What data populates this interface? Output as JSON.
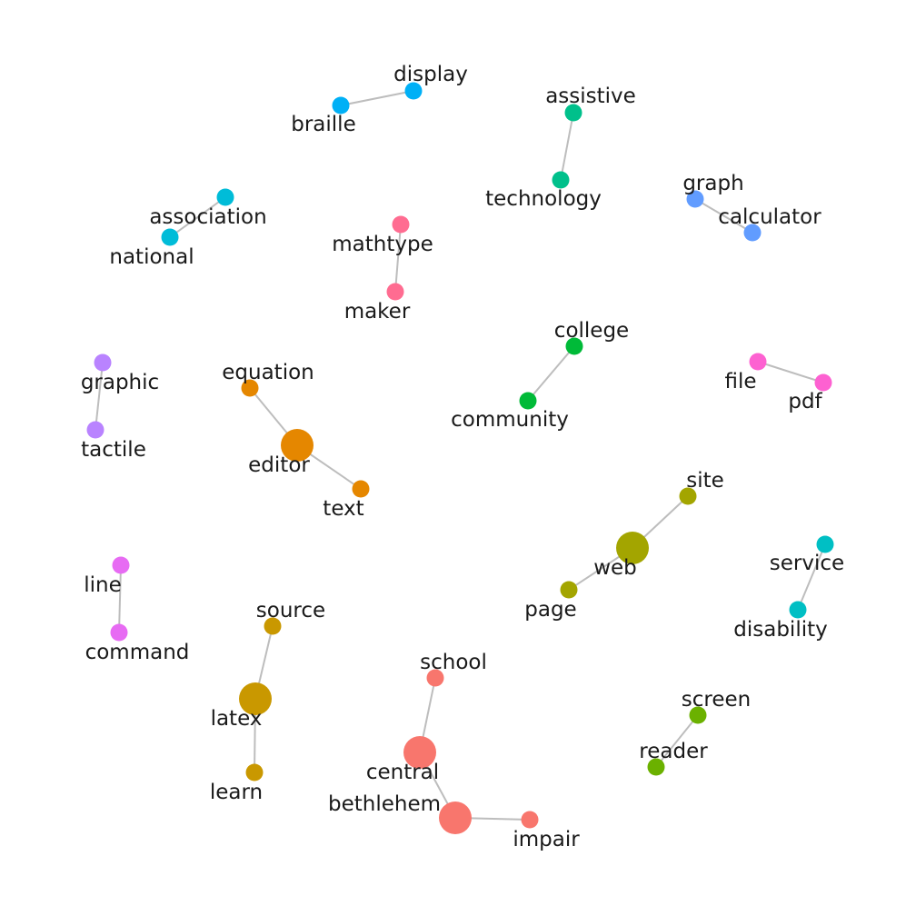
{
  "clusters": [
    {
      "color": "#00b0f6",
      "nodes": [
        {
          "id": "braille",
          "label": "braille",
          "size": "small"
        },
        {
          "id": "display",
          "label": "display",
          "size": "small"
        }
      ],
      "edges": [
        [
          "braille",
          "display"
        ]
      ]
    },
    {
      "color": "#00c08b",
      "nodes": [
        {
          "id": "assistive",
          "label": "assistive",
          "size": "small"
        },
        {
          "id": "technology",
          "label": "technology",
          "size": "small"
        }
      ],
      "edges": [
        [
          "assistive",
          "technology"
        ]
      ]
    },
    {
      "color": "#619cff",
      "nodes": [
        {
          "id": "graph",
          "label": "graph",
          "size": "small"
        },
        {
          "id": "calculator",
          "label": "calculator",
          "size": "small"
        }
      ],
      "edges": [
        [
          "graph",
          "calculator"
        ]
      ]
    },
    {
      "color": "#00bcd8",
      "nodes": [
        {
          "id": "association",
          "label": "association",
          "size": "small"
        },
        {
          "id": "national",
          "label": "national",
          "size": "small"
        }
      ],
      "edges": [
        [
          "association",
          "national"
        ]
      ]
    },
    {
      "color": "#ff6c91",
      "nodes": [
        {
          "id": "mathtype",
          "label": "mathtype",
          "size": "small"
        },
        {
          "id": "maker",
          "label": "maker",
          "size": "small"
        }
      ],
      "edges": [
        [
          "mathtype",
          "maker"
        ]
      ]
    },
    {
      "color": "#00ba38",
      "nodes": [
        {
          "id": "college",
          "label": "college",
          "size": "small"
        },
        {
          "id": "community",
          "label": "community",
          "size": "small"
        }
      ],
      "edges": [
        [
          "college",
          "community"
        ]
      ]
    },
    {
      "color": "#b983ff",
      "nodes": [
        {
          "id": "graphic",
          "label": "graphic",
          "size": "small"
        },
        {
          "id": "tactile",
          "label": "tactile",
          "size": "small"
        }
      ],
      "edges": [
        [
          "graphic",
          "tactile"
        ]
      ]
    },
    {
      "color": "#e58700",
      "nodes": [
        {
          "id": "equation",
          "label": "equation",
          "size": "small"
        },
        {
          "id": "editor",
          "label": "editor",
          "size": "large"
        },
        {
          "id": "text",
          "label": "text",
          "size": "small"
        }
      ],
      "edges": [
        [
          "equation",
          "editor"
        ],
        [
          "editor",
          "text"
        ]
      ]
    },
    {
      "color": "#fd61d1",
      "nodes": [
        {
          "id": "file",
          "label": "file",
          "size": "small"
        },
        {
          "id": "pdf",
          "label": "pdf",
          "size": "small"
        }
      ],
      "edges": [
        [
          "file",
          "pdf"
        ]
      ]
    },
    {
      "color": "#a3a500",
      "nodes": [
        {
          "id": "site",
          "label": "site",
          "size": "small"
        },
        {
          "id": "web",
          "label": "web",
          "size": "large"
        },
        {
          "id": "page",
          "label": "page",
          "size": "small"
        }
      ],
      "edges": [
        [
          "site",
          "web"
        ],
        [
          "web",
          "page"
        ]
      ]
    },
    {
      "color": "#00bfc4",
      "nodes": [
        {
          "id": "service",
          "label": "service",
          "size": "small"
        },
        {
          "id": "disability",
          "label": "disability",
          "size": "small"
        }
      ],
      "edges": [
        [
          "service",
          "disability"
        ]
      ]
    },
    {
      "color": "#e76bf3",
      "nodes": [
        {
          "id": "line",
          "label": "line",
          "size": "small"
        },
        {
          "id": "command",
          "label": "command",
          "size": "small"
        }
      ],
      "edges": [
        [
          "line",
          "command"
        ]
      ]
    },
    {
      "color": "#c99800",
      "nodes": [
        {
          "id": "source",
          "label": "source",
          "size": "small"
        },
        {
          "id": "latex",
          "label": "latex",
          "size": "large"
        },
        {
          "id": "learn",
          "label": "learn",
          "size": "small"
        }
      ],
      "edges": [
        [
          "source",
          "latex"
        ],
        [
          "latex",
          "learn"
        ]
      ]
    },
    {
      "color": "#f8766d",
      "nodes": [
        {
          "id": "school",
          "label": "school",
          "size": "small"
        },
        {
          "id": "central",
          "label": "central",
          "size": "large"
        },
        {
          "id": "bethlehem",
          "label": "bethlehem",
          "size": "large"
        },
        {
          "id": "impair",
          "label": "impair",
          "size": "small"
        }
      ],
      "edges": [
        [
          "school",
          "central"
        ],
        [
          "central",
          "bethlehem"
        ],
        [
          "bethlehem",
          "impair"
        ]
      ]
    },
    {
      "color": "#6bb100",
      "nodes": [
        {
          "id": "screen",
          "label": "screen",
          "size": "small"
        },
        {
          "id": "reader",
          "label": "reader",
          "size": "small"
        }
      ],
      "edges": [
        [
          "screen",
          "reader"
        ]
      ]
    }
  ]
}
